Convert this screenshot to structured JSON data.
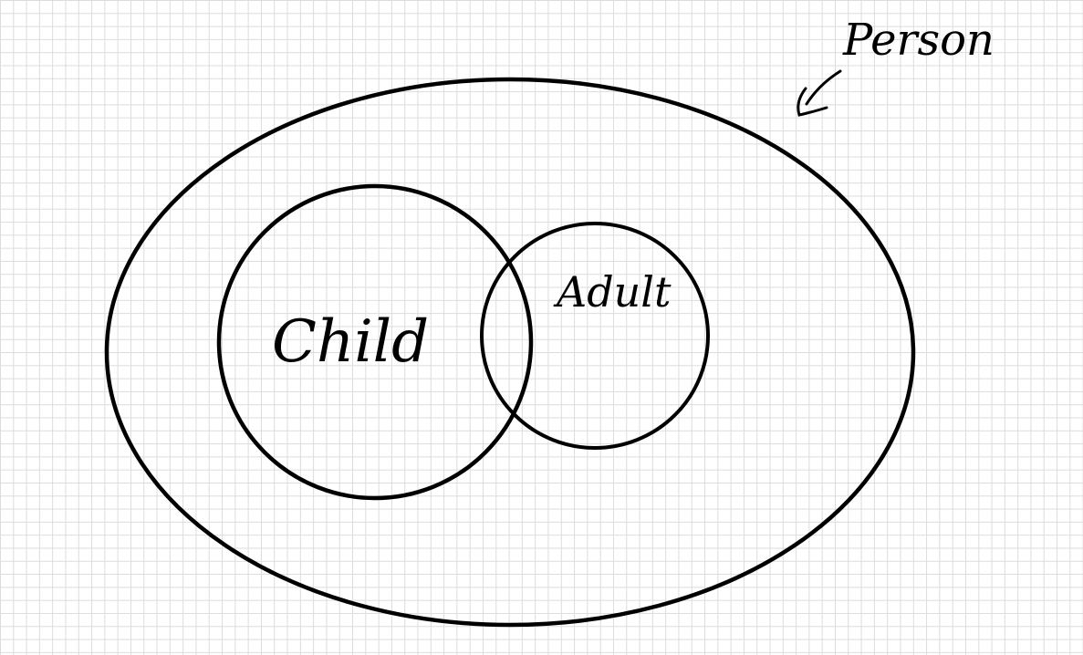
{
  "diagram": {
    "type": "venn",
    "sets": [
      {
        "id": "person",
        "label": "Person"
      },
      {
        "id": "child",
        "label": "Child"
      },
      {
        "id": "adult",
        "label": "Adult"
      }
    ]
  }
}
